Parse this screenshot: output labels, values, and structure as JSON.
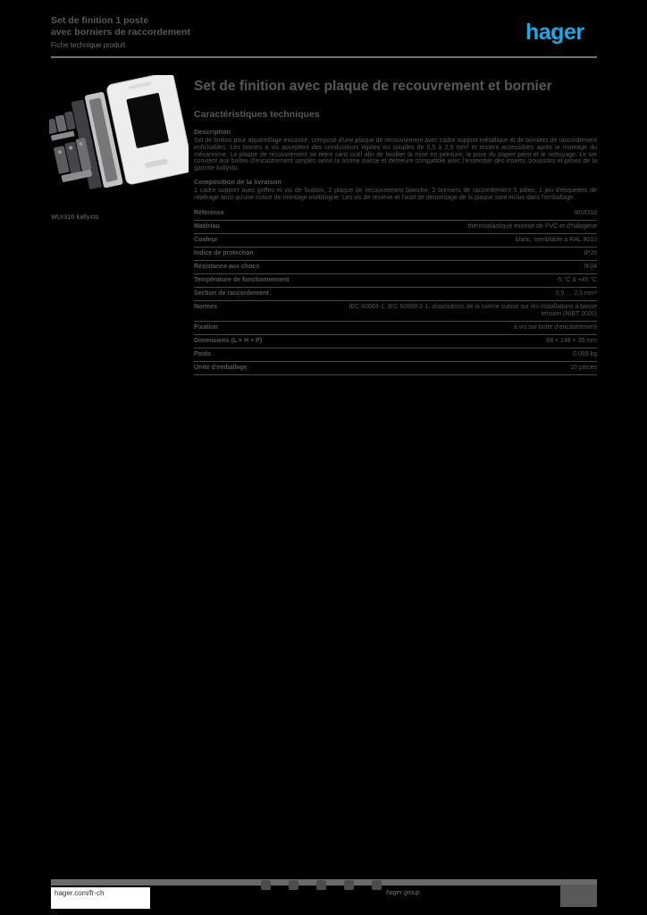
{
  "colors": {
    "brand_blue": "#1BA9E1",
    "text_gray": "#58585A",
    "background": "#000000"
  },
  "header": {
    "title_line1": "Set de finition 1 poste",
    "title_line2": "avec borniers de raccordement",
    "title_line3": "Fiche technique produit",
    "logo_text": "hager"
  },
  "product": {
    "caption": "WUI310 kallysto",
    "photo_name": "kit-plaque-de-recouvrement-et-borniers"
  },
  "main": {
    "title": "Set de finition avec plaque de recouvrement et bornier",
    "section_heading": "Caractéristiques techniques",
    "groups": [
      {
        "label": "Description",
        "text": "Set de finition pour appareillage encastré, composé d'une plaque de recouvrement avec cadre support métallique et de borniers de raccordement enfichables. Les bornes à vis acceptent des conducteurs rigides ou souples de 0,5 à 2,5 mm² et restent accessibles après le montage du mécanisme. La plaque de recouvrement se retire sans outil afin de faciliter la mise en peinture, la pose du papier peint et le nettoyage. Le set convient aux boîtes d'encastrement simples selon la norme suisse et demeure compatible avec l'ensemble des inserts, poussoirs et prises de la gamme kallysto."
      },
      {
        "label": "Composition de la livraison",
        "text": "1 cadre support avec griffes et vis de fixation, 1 plaque de recouvrement blanche, 2 borniers de raccordement 5 pôles, 1 jeu d'étiquettes de repérage ainsi qu'une notice de montage multilingue. Les vis de réserve et l'outil de démontage de la plaque sont inclus dans l'emballage."
      }
    ],
    "specs": [
      {
        "label": "Référence",
        "value": "WUI310"
      },
      {
        "label": "Matériau",
        "value": "thermoplastique exempt de PVC et d'halogène"
      },
      {
        "label": "Couleur",
        "value": "blanc, semblable à RAL 9010"
      },
      {
        "label": "Indice de protection",
        "value": "IP20"
      },
      {
        "label": "Résistance aux chocs",
        "value": "IK04"
      },
      {
        "label": "Température de fonctionnement",
        "value": "-5 °C à +45 °C"
      },
      {
        "label": "Section de raccordement",
        "value": "0,5 … 2,5 mm²"
      },
      {
        "label": "Normes",
        "value": "IEC 60669-1, IEC 60998-2-1, dispositions de la norme suisse sur les installations à basse tension (NIBT 2020)"
      },
      {
        "label": "Fixation",
        "value": "à vis sur boîte d'encastrement"
      },
      {
        "label": "Dimensions (L × H × P)",
        "value": "88 × 148 × 35 mm"
      },
      {
        "label": "Poids",
        "value": "0,095 kg"
      },
      {
        "label": "Unité d'emballage",
        "value": "10 pièces"
      }
    ]
  },
  "footer": {
    "website": "hager.com/fr-ch",
    "tagline": "hager group",
    "social_icons": [
      "facebook",
      "twitter",
      "youtube",
      "linkedin",
      "instagram"
    ]
  }
}
